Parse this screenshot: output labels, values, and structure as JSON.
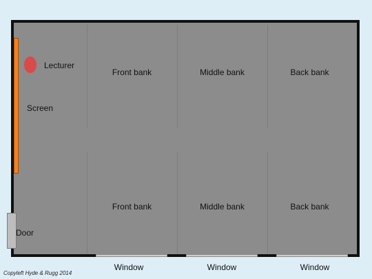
{
  "lecturer": "Lecturer",
  "screen": "Screen",
  "door": "Door",
  "banks": {
    "front_top": "Front bank",
    "middle_top": "Middle bank",
    "back_top": "Back bank",
    "front_bottom": "Front bank",
    "middle_bottom": "Middle bank",
    "back_bottom": "Back bank"
  },
  "windows": [
    "Window",
    "Window",
    "Window"
  ],
  "copyleft": "Copyleft Hyde & Rugg 2014",
  "colors": {
    "room_floor": "#8c8c8c",
    "screen": "#ff7f17",
    "lecturer": "#d94a4a",
    "background": "#deeef6"
  }
}
